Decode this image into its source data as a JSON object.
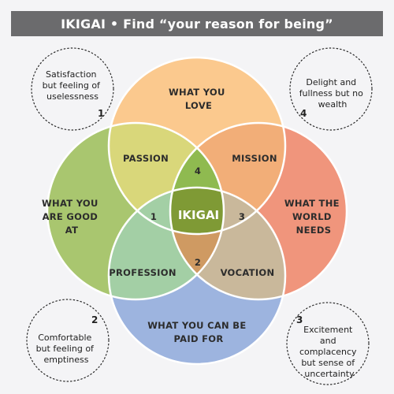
{
  "title": "IKIGAI • Find “your reason for being”",
  "circles": {
    "love": {
      "lines": [
        "WHAT YOU",
        "LOVE"
      ],
      "color": "#fbc98e"
    },
    "good": {
      "lines": [
        "WHAT YOU",
        "ARE GOOD",
        "AT"
      ],
      "color": "#a2c46b"
    },
    "world": {
      "lines": [
        "WHAT THE",
        "WORLD",
        "NEEDS"
      ],
      "color": "#f1937a"
    },
    "paid": {
      "lines": [
        "WHAT YOU CAN BE",
        "PAID FOR"
      ],
      "color": "#9fb6e0"
    }
  },
  "overlaps": {
    "passion": "PASSION",
    "mission": "MISSION",
    "profession": "PROFESSION",
    "vocation": "VOCATION",
    "center": "IKIGAI"
  },
  "zone_numbers": [
    "4",
    "1",
    "3",
    "2"
  ],
  "callouts": [
    {
      "number": "1",
      "lines": [
        "Satisfaction",
        "but feeling of",
        "uselessness"
      ]
    },
    {
      "number": "4",
      "lines": [
        "Delight and",
        "fullness but no",
        "wealth"
      ]
    },
    {
      "number": "2",
      "lines": [
        "Comfortable",
        "but feeling of",
        "emptiness"
      ]
    },
    {
      "number": "3",
      "lines": [
        "Excitement",
        "and",
        "complacency",
        "but sense of",
        "uncertainty"
      ]
    }
  ]
}
